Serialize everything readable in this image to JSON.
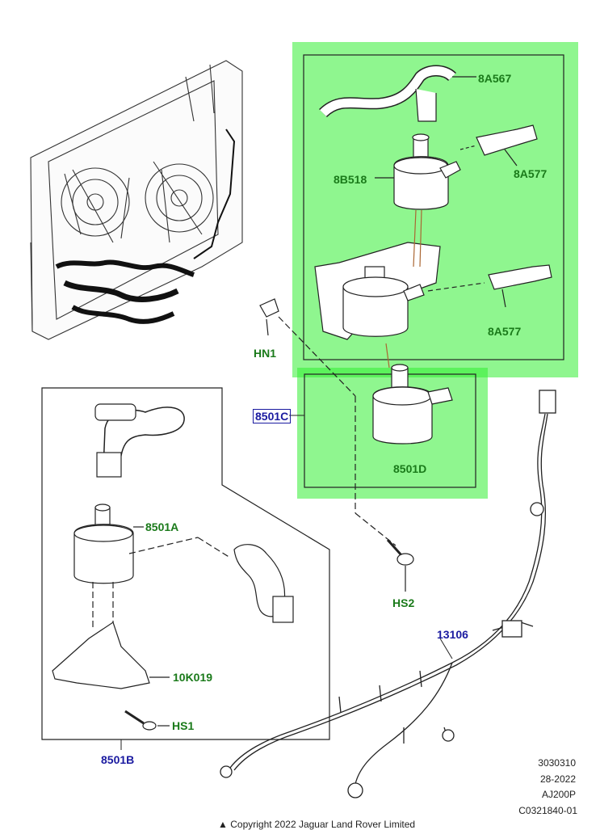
{
  "colors": {
    "highlight": "#33ee33",
    "green_label": "#1a7a1a",
    "blue_label": "#1a1aa0",
    "line": "#222222"
  },
  "labels": {
    "a567": "8A567",
    "b518": "8B518",
    "a577_top": "8A577",
    "a577_bottom": "8A577",
    "hn1": "HN1",
    "c8501": "8501C",
    "d8501": "8501D",
    "a8501": "8501A",
    "k019": "10K019",
    "hs1": "HS1",
    "b8501": "8501B",
    "hs2": "HS2",
    "harness": "13106"
  },
  "footer": {
    "code1": "3030310",
    "date": "28-2022",
    "code2": "AJ200P",
    "code3": "C0321840-01",
    "copyright": "Copyright 2022 Jaguar Land Rover Limited"
  }
}
